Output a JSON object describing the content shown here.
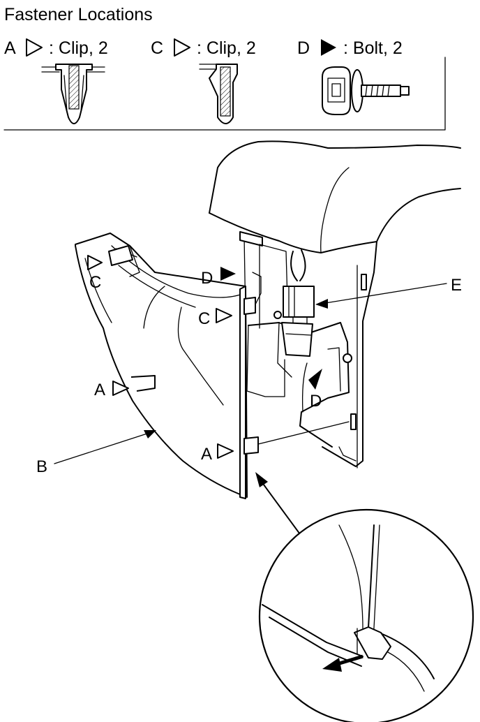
{
  "title": "Fastener Locations",
  "fasteners": [
    {
      "letter": "A",
      "marker": "open-triangle",
      "desc": ": Clip, 2"
    },
    {
      "letter": "C",
      "marker": "open-triangle",
      "desc": ": Clip, 2"
    },
    {
      "letter": "D",
      "marker": "filled-triangle",
      "desc": ": Bolt, 2"
    }
  ],
  "callouts": {
    "c_top": "C",
    "d_upper": "D",
    "c_mid": "C",
    "a_left": "A",
    "a_lower": "A",
    "d_lower": "D",
    "b": "B",
    "e": "E"
  }
}
